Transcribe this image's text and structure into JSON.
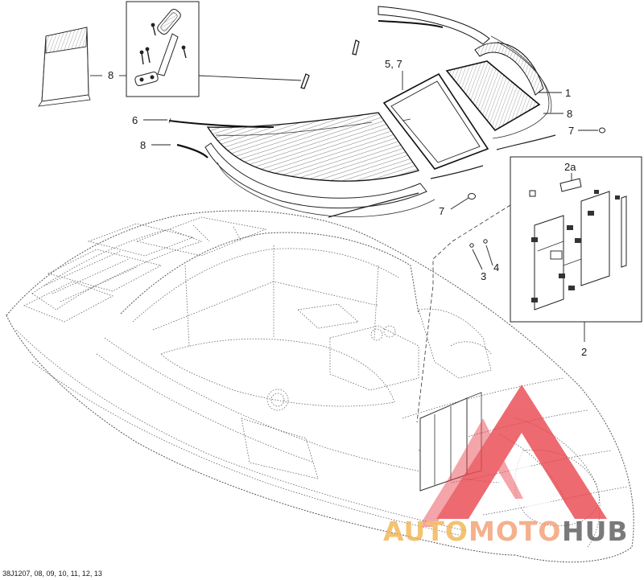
{
  "diagram": {
    "callouts": {
      "c1": "1",
      "c2": "2",
      "c2a": "2a",
      "c3": "3",
      "c4": "4",
      "c57": "5, 7",
      "c6": "6",
      "c7a": "7",
      "c7b": "7",
      "c8a": "8",
      "c8b": "8",
      "c8c": "8"
    },
    "footer": "38J1207, 08, 09, 10, 11, 12, 13"
  },
  "watermark": {
    "word1": "AUTO",
    "word2": "MOTO",
    "word3": "HUB",
    "colors": {
      "auto": "#f2b24a",
      "moto": "#f39a6e",
      "hub": "#555555",
      "logo": "#e8414a"
    }
  }
}
